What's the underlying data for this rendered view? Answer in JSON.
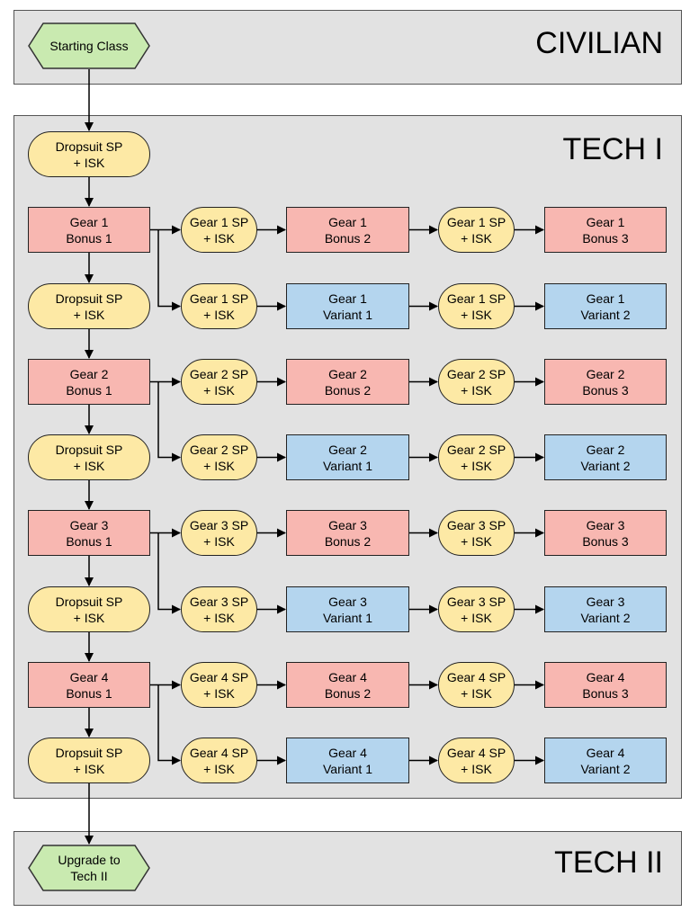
{
  "tiers": {
    "civilian": "CIVILIAN",
    "tech1": "TECH I",
    "tech2": "TECH II"
  },
  "start": {
    "line1": "Starting Class"
  },
  "upgrade": {
    "line1": "Upgrade to",
    "line2": "Tech II"
  },
  "dropsuit_sp": [
    "Dropsuit SP",
    "+ ISK"
  ],
  "gears": [
    {
      "bonus1": [
        "Gear 1",
        "Bonus 1"
      ],
      "sp": [
        "Gear 1 SP",
        "+ ISK"
      ],
      "bonus2": [
        "Gear 1",
        "Bonus 2"
      ],
      "bonus3": [
        "Gear 1",
        "Bonus 3"
      ],
      "variant1": [
        "Gear 1",
        "Variant 1"
      ],
      "variant2": [
        "Gear 1",
        "Variant 2"
      ]
    },
    {
      "bonus1": [
        "Gear 2",
        "Bonus 1"
      ],
      "sp": [
        "Gear 2 SP",
        "+ ISK"
      ],
      "bonus2": [
        "Gear 2",
        "Bonus 2"
      ],
      "bonus3": [
        "Gear 2",
        "Bonus 3"
      ],
      "variant1": [
        "Gear 2",
        "Variant 1"
      ],
      "variant2": [
        "Gear 2",
        "Variant 2"
      ]
    },
    {
      "bonus1": [
        "Gear 3",
        "Bonus 1"
      ],
      "sp": [
        "Gear 3 SP",
        "+ ISK"
      ],
      "bonus2": [
        "Gear 3",
        "Bonus 2"
      ],
      "bonus3": [
        "Gear 3",
        "Bonus 3"
      ],
      "variant1": [
        "Gear 3",
        "Variant 1"
      ],
      "variant2": [
        "Gear 3",
        "Variant 2"
      ]
    },
    {
      "bonus1": [
        "Gear 4",
        "Bonus 1"
      ],
      "sp": [
        "Gear 4 SP",
        "+ ISK"
      ],
      "bonus2": [
        "Gear 4",
        "Bonus 2"
      ],
      "bonus3": [
        "Gear 4",
        "Bonus 3"
      ],
      "variant1": [
        "Gear 4",
        "Variant 1"
      ],
      "variant2": [
        "Gear 4",
        "Variant 2"
      ]
    }
  ],
  "colors": {
    "panel": "#e2e2e2",
    "bonus": "#f8b7b1",
    "variant": "#b4d5ee",
    "skill_points": "#fde9a5",
    "milestone": "#c9eab0"
  }
}
